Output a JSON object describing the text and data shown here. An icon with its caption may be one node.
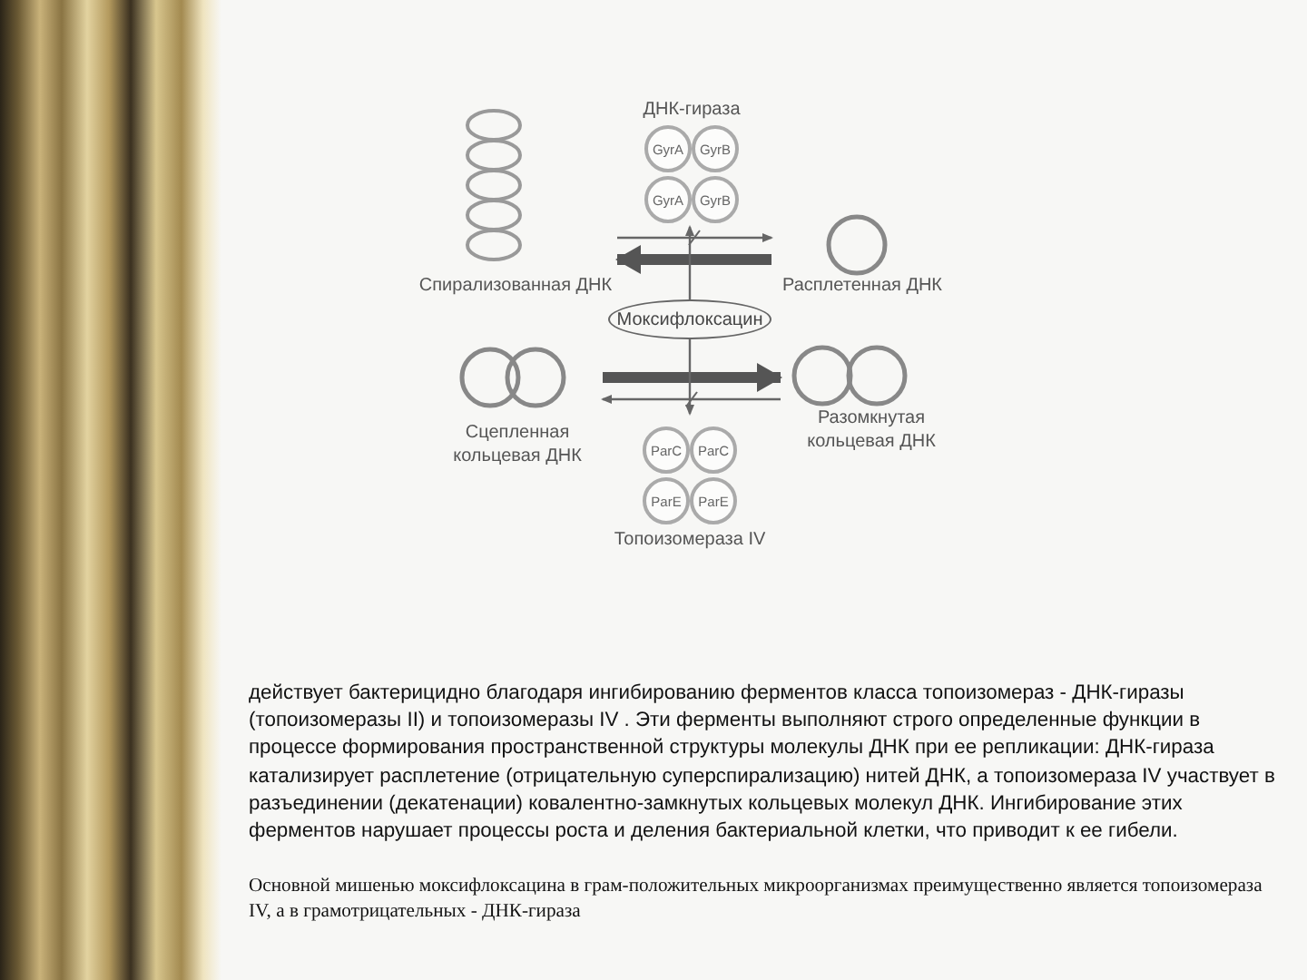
{
  "diagram": {
    "nodes": [
      {
        "text": [
          "ДНК-гираза"
        ]
      },
      {
        "text": [
          "GyrA"
        ],
        "in": 0
      },
      {
        "text": [
          "GyrB"
        ],
        "in": 0
      },
      {
        "text": [
          "GyrA"
        ],
        "in": 0
      },
      {
        "text": [
          "GyrB"
        ],
        "in": 0
      },
      {
        "text": [
          "Спирализованная ДНК"
        ]
      },
      {
        "text": [
          "Расплетенная ДНК"
        ]
      },
      {
        "text": [
          "Моксифлоксацин"
        ]
      },
      {
        "text": [
          "Сцепленная кольцевая ДНК"
        ]
      },
      {
        "text": [
          "Разомкнутая кольцевая ДНК"
        ]
      },
      {
        "text": [
          "Топоизомераза IV"
        ]
      },
      {
        "text": [
          "ParC"
        ],
        "in": 10
      },
      {
        "text": [
          "ParC"
        ],
        "in": 10
      },
      {
        "text": [
          "ParE"
        ],
        "in": 10
      },
      {
        "text": [
          "ParE"
        ],
        "in": 10
      }
    ],
    "edges": [
      {
        "from": 5,
        "to": 6,
        "arrow": "to"
      },
      {
        "from": 6,
        "to": 5,
        "arrow": "to",
        "style": "thick"
      },
      {
        "from": 7,
        "to": 0,
        "arrow": "to"
      },
      {
        "from": 8,
        "to": 9,
        "arrow": "to",
        "style": "thick"
      },
      {
        "from": 9,
        "to": 8,
        "arrow": "to"
      },
      {
        "from": 7,
        "to": 10,
        "arrow": "to"
      }
    ],
    "labels": [
      "действует бактерицидно благодаря ингибированию ферментов класса топоизомераз - ДНК-гиразы (топоизомеразы II) и топоизомеразы IV . Эти ферменты выполняют строго определенные функции в процессе формирования пространственной структуры молекулы ДНК при ее репликации: ДНК-гираза катализирует расплетение (отрицательную суперспирализацию) нитей ДНК, а топоизомераза IV участвует в разъединении (декатенации) ковалентно-замкнутых кольцевых молекул ДНК. Ингибирование этих ферментов нарушает процессы роста и деления бактериальной клетки, что приводит к ее гибели.",
      "Основной мишенью моксифлоксацина в грам-положительных микроорганизмах преимущественно является топоизомераза IV, а в грамотрицательных - ДНК-гираза"
    ]
  }
}
